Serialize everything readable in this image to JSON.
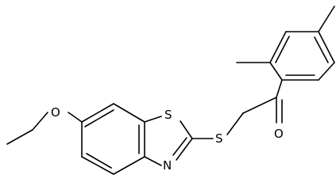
{
  "molecule": {
    "atoms": {
      "sulfur_ring": "S",
      "nitrogen": "N",
      "oxygen_ether": "O",
      "sulfur_thioether": "S",
      "oxygen_carbonyl": "O"
    }
  }
}
